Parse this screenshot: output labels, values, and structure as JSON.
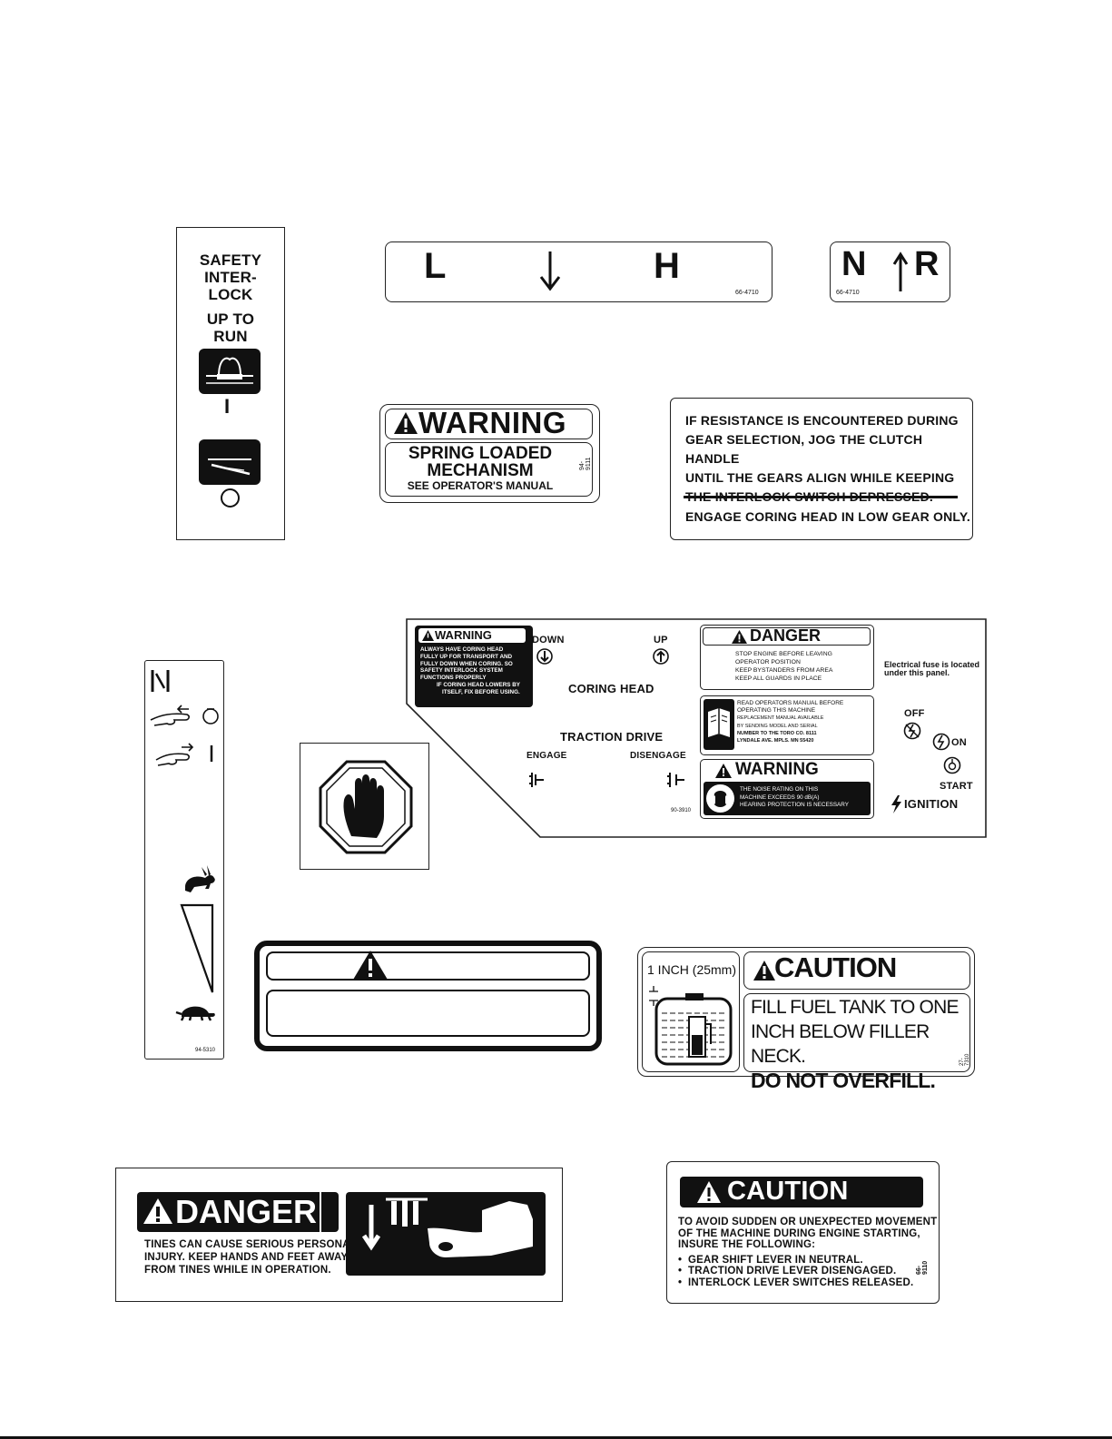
{
  "interlock": {
    "line1": "SAFETY",
    "line2": "INTER-",
    "line3": "LOCK",
    "line4": "UP TO",
    "line5": "RUN",
    "on_symbol": "I",
    "off_symbol": "O"
  },
  "gear_hl": {
    "low": "L",
    "high": "H",
    "part": "66-4710"
  },
  "gear_nr": {
    "neutral": "N",
    "reverse": "R",
    "part": "66-4710"
  },
  "spring": {
    "header": "WARNING",
    "line1": "SPRING LOADED",
    "line2": "MECHANISM",
    "line3": "SEE OPERATOR'S MANUAL",
    "part": "94-9111"
  },
  "resistance": {
    "lines": [
      "IF RESISTANCE IS ENCOUNTERED DURING",
      "GEAR SELECTION, JOG THE CLUTCH HANDLE",
      "UNTIL THE GEARS ALIGN WHILE KEEPING",
      "THE INTERLOCK SWITCH DEPRESSED."
    ],
    "footer": "ENGAGE CORING HEAD IN LOW GEAR ONLY."
  },
  "panel": {
    "warn_header": "WARNING",
    "warn_lines": [
      "ALWAYS HAVE CORING HEAD",
      "FULLY UP FOR TRANSPORT AND",
      "FULLY DOWN WHEN CORING. SO",
      "SAFETY INTERLOCK SYSTEM",
      "FUNCTIONS PROPERLY",
      "IF CORING HEAD LOWERS BY",
      "ITSELF, FIX BEFORE USING."
    ],
    "down": "DOWN",
    "up": "UP",
    "coring_head": "CORING HEAD",
    "traction_drive": "TRACTION DRIVE",
    "engage": "ENGAGE",
    "disengage": "DISENGAGE",
    "danger_header": "DANGER",
    "danger_lines": [
      "STOP ENGINE BEFORE LEAVING",
      "OPERATOR POSITION",
      "KEEP BYSTANDERS FROM AREA",
      "KEEP ALL GUARDS IN PLACE"
    ],
    "manual_lines": [
      "READ OPERATORS MANUAL BEFORE",
      "OPERATING THIS MACHINE",
      "REPLACEMENT MANUAL AVAILABLE",
      "BY SENDING MODEL AND SERIAL",
      "NUMBER TO THE TORO CO. 8111",
      "LYNDALE AVE. MPLS. MN 55420"
    ],
    "noise_header": "WARNING",
    "noise_lines": [
      "THE NOISE RATING ON THIS",
      "MACHINE EXCEEDS 90 dB(A)",
      "HEARING PROTECTION IS NECESSARY"
    ],
    "fuse_line1": "Electrical fuse is located",
    "fuse_line2": "under this panel.",
    "off": "OFF",
    "on": "ON",
    "start": "START",
    "ignition": "IGNITION",
    "part": "90-3910"
  },
  "throttle": {
    "part": "94-5310"
  },
  "caution_fuel": {
    "inch": "1 INCH (25mm)",
    "header": "CAUTION",
    "line1": "FILL FUEL TANK TO ONE",
    "line2": "INCH BELOW FILLER NECK.",
    "line3": "DO NOT OVERFILL.",
    "part": "27-7310"
  },
  "danger_tines": {
    "header": "DANGER",
    "line1": "TINES CAN CAUSE SERIOUS PERSONAL",
    "line2": "INJURY. KEEP HANDS AND FEET AWAY",
    "line3": "FROM TINES WHILE IN OPERATION."
  },
  "caution_start": {
    "header": "CAUTION",
    "lines": [
      "TO AVOID SUDDEN OR UNEXPECTED MOVEMENT",
      "OF THE MACHINE DURING ENGINE STARTING,",
      "INSURE THE FOLLOWING:"
    ],
    "bullets": [
      "GEAR SHIFT LEVER IN NEUTRAL.",
      "TRACTION DRIVE LEVER DISENGAGED.",
      "INTERLOCK LEVER SWITCHES RELEASED."
    ],
    "part": "66-9110"
  }
}
